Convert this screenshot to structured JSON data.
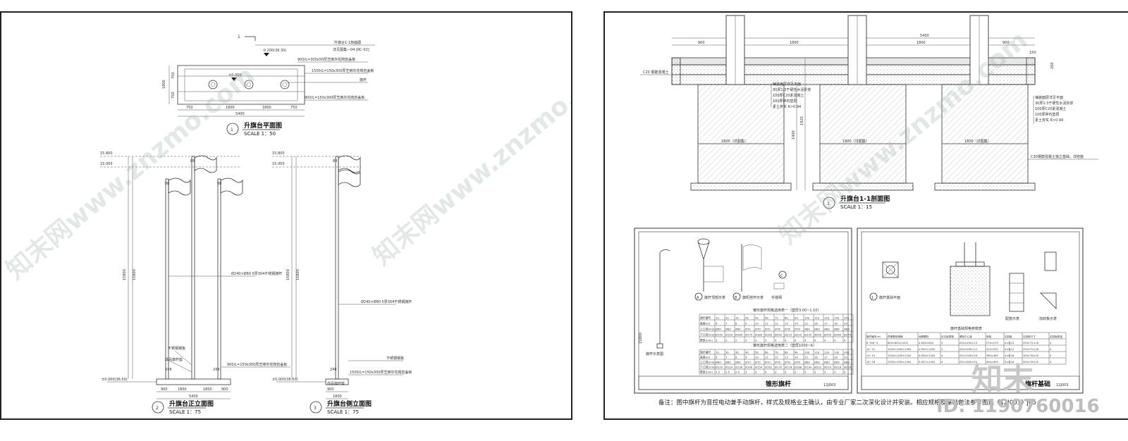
{
  "plan": {
    "title": "升旗台平面图",
    "scale": "SCALE  1：50",
    "number": "1",
    "section_mark": "1",
    "elev_top": "-0.200(36.30)",
    "elev_center": "±0.000",
    "callouts": [
      "升旗台1-1剖面图",
      "详见图集—04 [RC-02]",
      "900/L=300x50厚芝麻灰花岗岩盖板",
      "1500/L=150x300厚芝麻灰花岗岩盖板",
      "旗杆",
      "900/L=150x300厚芝麻灰花岗岩盖板"
    ],
    "dims": [
      "750",
      "1800",
      "1800",
      "750",
      "5400"
    ],
    "side_dims": [
      "1800",
      "750",
      "750"
    ]
  },
  "front_elev": {
    "title": "升旗台正立面图",
    "scale": "SCALE  1：75",
    "number": "2",
    "levels": [
      "15.800",
      "15.000",
      "±0.000(36.50)"
    ],
    "pole_note": "Ø240×Ø60  5厚304不锈钢旗杆",
    "base_note": "900/L=150x300厚芝麻灰花岗岩盖板",
    "labels": [
      "不锈钢钢板",
      "成品旗杆座",
      "248",
      "248",
      "88",
      "88",
      "88"
    ],
    "heights": [
      "15800",
      "15800"
    ],
    "dims": [
      "900",
      "1800",
      "1800",
      "900",
      "5400"
    ]
  },
  "side_elev": {
    "title": "升旗台侧立面图",
    "scale": "SCALE  1：75",
    "number": "3",
    "levels": [
      "15.800",
      "15.000",
      "±0.000(36.50)"
    ],
    "pole_note": "Ø240×Ø60  5厚304不锈钢旗杆",
    "base_note": "1500/L=150x300厚芝麻灰花岗岩盖板",
    "labels": [
      "不锈钢钢板",
      "成品旗杆座",
      "248",
      "88"
    ],
    "heights": [
      "15800",
      "15800"
    ],
    "dims": [
      "900",
      "1800"
    ]
  },
  "section": {
    "title": "升旗台1-1剖面图",
    "scale": "SCALE  1：15",
    "number": "1",
    "dims": [
      "900",
      "1800",
      "1800",
      "900",
      "5400",
      "150"
    ],
    "footing_labels": [
      "1800（详图集）",
      "1800（详图集）",
      "1800（详图集）"
    ],
    "layers": [
      "铺装面层详见平面",
      "30厚1:3干硬性水泥砂浆",
      "100厚C20素混凝土",
      "100厚碎石垫层",
      "素土夯实 K>0.94"
    ],
    "left_label": "C20 钢筋混凝土",
    "right_label": "C30钢筋混凝土独立基础，详结施",
    "heights": [
      "1400",
      "1920",
      "200"
    ]
  },
  "detail_a": {
    "title": "锥形旗杆",
    "code": "12J003",
    "subs": [
      "旗杆顶部示意",
      "旗帜挂杆示意",
      "手摇柄",
      "旗杆示意图"
    ],
    "sub_letters": [
      "A",
      "B",
      "C"
    ],
    "table1_title": "锥形旗杆规格选用表一（壁厚3.00~1.10）",
    "table2_title": "锥形旗杆规格选用表二（壁厚1000~6）",
    "row_heads": [
      "旗杆编号",
      "高度(m)",
      "上口径(mm)",
      "下口径(mm)",
      "壁厚(mm)"
    ],
    "table1_rows": [
      [
        "1a",
        "2a",
        "3a",
        "4a",
        "5a",
        "6a",
        "7a",
        "8a",
        "9a",
        "10a",
        "11a",
        "12a",
        "13a",
        "14a"
      ],
      [
        "6",
        "7",
        "8",
        "9",
        "10",
        "11",
        "12",
        "13",
        "14",
        "15",
        "16",
        "17",
        "18",
        "19"
      ],
      [
        "Ø60",
        "Ø60",
        "Ø60",
        "Ø70",
        "Ø70",
        "Ø70",
        "Ø76",
        "Ø76",
        "Ø76",
        "Ø89",
        "Ø89",
        "Ø89",
        "Ø89",
        "Ø89"
      ],
      [
        "Ø140",
        "Ø150",
        "Ø160",
        "Ø170",
        "Ø180",
        "Ø190",
        "Ø200",
        "Ø210",
        "Ø220",
        "Ø230",
        "Ø240",
        "Ø250",
        "Ø260",
        "Ø270"
      ],
      [
        "3",
        "3",
        "3",
        "3",
        "3",
        "3",
        "4",
        "4",
        "4",
        "4",
        "4",
        "4",
        "4",
        "4"
      ]
    ],
    "table2_rows": [
      [
        "1b",
        "2b",
        "3b",
        "4b",
        "5b",
        "6b",
        "7b",
        "8b",
        "9b",
        "10b",
        "11b",
        "12b",
        "13b",
        "14b"
      ],
      [
        "6",
        "7",
        "8",
        "9",
        "10",
        "11",
        "12",
        "13",
        "14",
        "15",
        "16",
        "17",
        "18",
        "19"
      ],
      [
        "Ø60",
        "Ø60",
        "Ø60",
        "Ø70",
        "Ø70",
        "Ø70",
        "Ø76",
        "Ø76",
        "Ø76",
        "Ø89",
        "Ø89",
        "Ø89",
        "Ø89",
        "Ø89"
      ],
      [
        "Ø120",
        "Ø129",
        "Ø138",
        "Ø146",
        "Ø154",
        "Ø162",
        "Ø170",
        "Ø178",
        "Ø186",
        "Ø194",
        "Ø202",
        "Ø210",
        "Ø218",
        "Ø226"
      ],
      [
        "2.5",
        "2.5",
        "2.5",
        "3",
        "3",
        "3",
        "3",
        "3",
        "3",
        "3",
        "3",
        "3",
        "3",
        "3"
      ]
    ]
  },
  "detail_b": {
    "title": "旗杆基础",
    "code": "12J003",
    "subs": [
      "旗杆基础平面",
      "配筋示意",
      "加劲板示意"
    ],
    "table_title": "旗杆基础规格参数表",
    "headers": [
      "旗杆编号(m)",
      "预埋基础规格",
      "地脚螺栓",
      "定位板厚度",
      "螺栓中心距",
      "底板",
      "加劲板",
      "加劲板尺寸",
      "加劲板数量"
    ],
    "rows": [
      [
        "6~8/8~9",
        "800×800×1000",
        "4-M20×600",
        "3",
        "Ø10×450×14",
        "270×270",
        "4×各12",
        "250×72×18",
        "4"
      ],
      [
        "10~12",
        "1000×1000×1000",
        "4-M22×1000",
        "3",
        "Ø10×500×14",
        "320×320",
        "4×各12",
        "250×72×18",
        "4"
      ],
      [
        "13~15",
        "1200×1200×1200",
        "4-M24×1200",
        "4",
        "Ø12×550×16",
        "360×360",
        "4×各16",
        "300×76×20",
        "4"
      ],
      [
        "16~18",
        "1500×1500×1400",
        "4-M27×1400",
        "4",
        "Ø12×600×20",
        "400×400",
        "4×各16",
        "300×76×20",
        "4"
      ]
    ]
  },
  "note": "备注：图中旗杆为音控电动兼手动旗杆，样式及规格业主确认，由专业厂家二次深化设计并安装。相应规格及基础做法参考图集《12J003》J05",
  "watermarks": [
    "知末网www.znzmo.com",
    "知末网www.znzmo.com",
    "知末网www.znzmo.com"
  ],
  "logo_text": "知末",
  "id_text": "ID: 1190760016"
}
